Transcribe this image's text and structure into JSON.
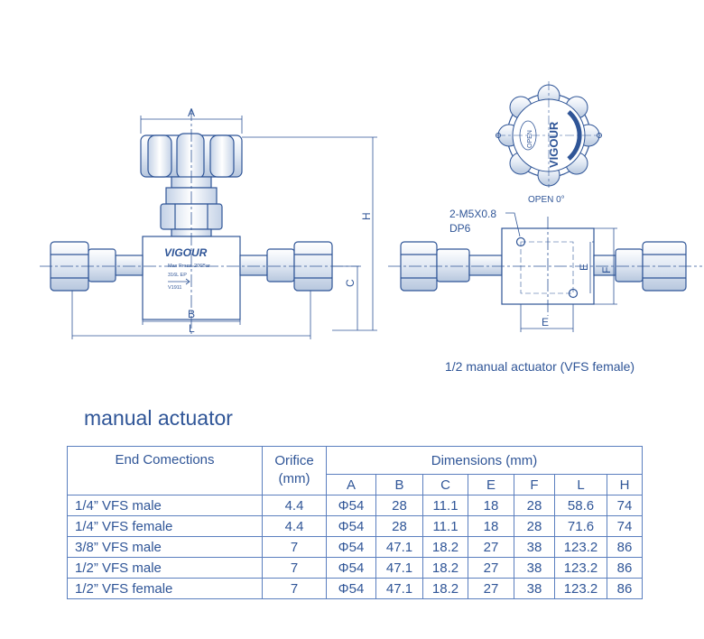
{
  "drawing": {
    "brand": "VIGOUR",
    "body_text": [
      "Max Press. 206Bar",
      "316L EP",
      "V1911"
    ],
    "dim_labels": {
      "A": "A",
      "B": "B",
      "C": "C",
      "H": "H",
      "L": "L",
      "E": "E",
      "F": "F"
    },
    "knob_brand": "VIGOUR",
    "knob_open": "OPEN",
    "open_label": "OPEN  0°",
    "thread_note": [
      "2-M5X0.8",
      "DP6"
    ],
    "caption": "1/2 manual actuator (VFS female)"
  },
  "section_title": "manual actuator",
  "table": {
    "header_end": "End Comections",
    "header_orifice": [
      "Orifice",
      "(mm)"
    ],
    "header_dimensions": "Dimensions (mm)",
    "dim_columns": [
      "A",
      "B",
      "C",
      "E",
      "F",
      "L",
      "H"
    ],
    "rows": [
      {
        "end": "1/4”  VFS male",
        "orifice": "4.4",
        "dims": [
          "Φ54",
          "28",
          "11.1",
          "18",
          "28",
          "58.6",
          "74"
        ]
      },
      {
        "end": "1/4”  VFS female",
        "orifice": "4.4",
        "dims": [
          "Φ54",
          "28",
          "11.1",
          "18",
          "28",
          "71.6",
          "74"
        ]
      },
      {
        "end": "3/8”  VFS male",
        "orifice": "7",
        "dims": [
          "Φ54",
          "47.1",
          "18.2",
          "27",
          "38",
          "123.2",
          "86"
        ]
      },
      {
        "end": "1/2”  VFS male",
        "orifice": "7",
        "dims": [
          "Φ54",
          "47.1",
          "18.2",
          "27",
          "38",
          "123.2",
          "86"
        ]
      },
      {
        "end": "1/2”  VFS female",
        "orifice": "7",
        "dims": [
          "Φ54",
          "47.1",
          "18.2",
          "27",
          "38",
          "123.2",
          "86"
        ]
      }
    ]
  }
}
